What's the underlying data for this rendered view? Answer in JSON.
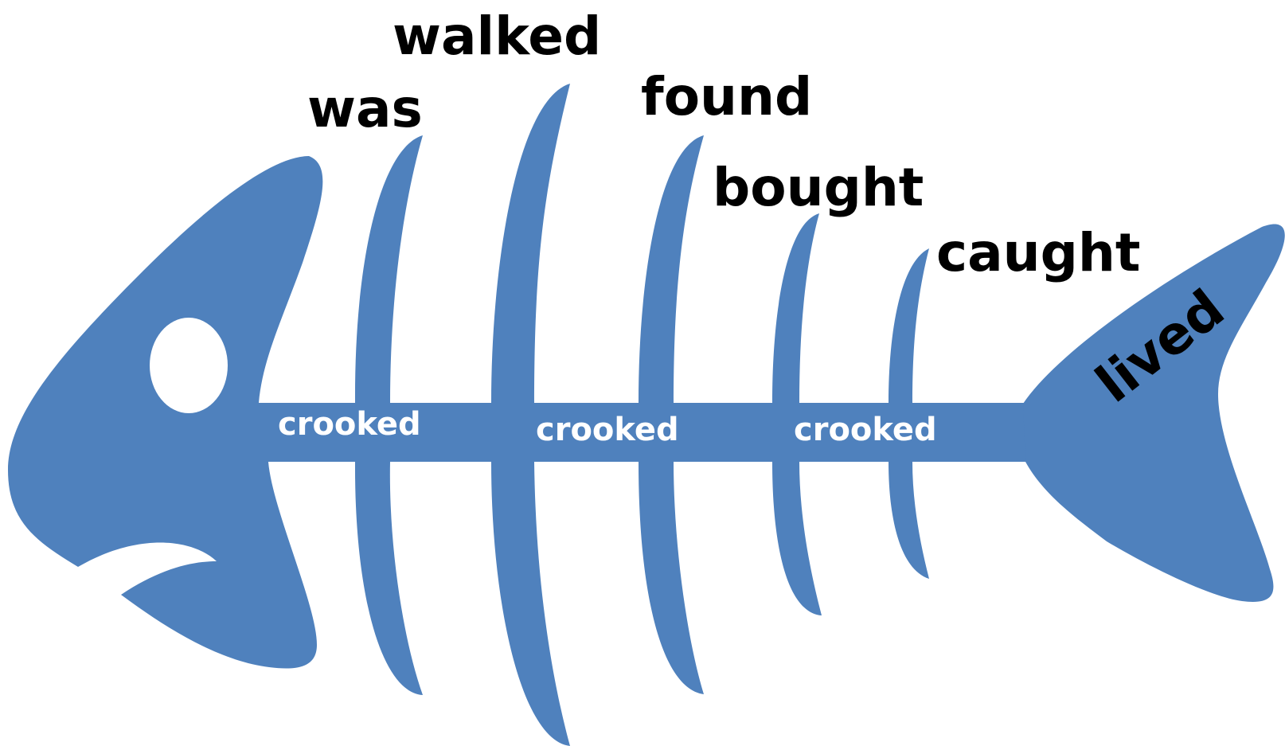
{
  "colors": {
    "fish": "#4f81bd",
    "eye": "#ffffff",
    "text": "#000000",
    "spine_text": "#ffffff"
  },
  "words": {
    "was": "was",
    "walked": "walked",
    "found": "found",
    "bought": "bought",
    "caught": "caught",
    "lived": "lived"
  },
  "spine_words": [
    "crooked",
    "crooked",
    "crooked"
  ]
}
